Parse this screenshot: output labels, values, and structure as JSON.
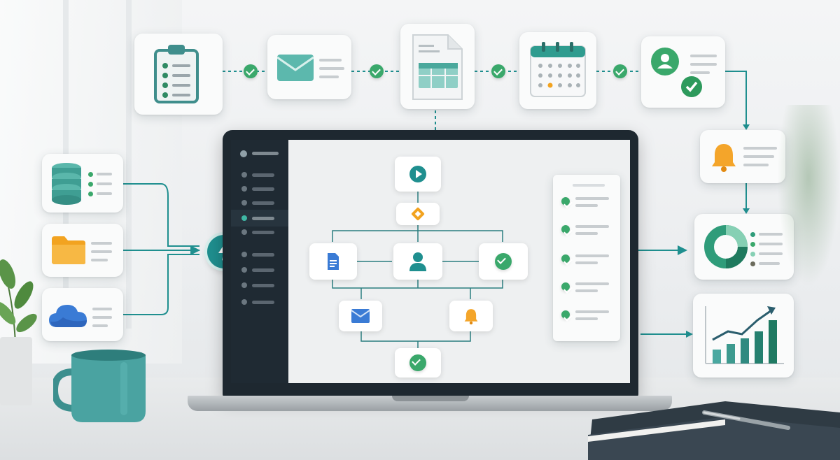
{
  "icons": {
    "clipboard": "clipboard-icon",
    "envelope": "envelope-icon",
    "document": "document-icon",
    "calendar": "calendar-icon",
    "user": "user-check-icon",
    "bell": "bell-icon",
    "donut": "donut-chart-icon",
    "growth": "growth-chart-icon",
    "database": "database-icon",
    "folder": "folder-icon",
    "cloud": "cloud-icon",
    "trigger": "lightning-icon"
  },
  "colors": {
    "teal": "#1f8f8f",
    "green": "#3aa86b",
    "orange": "#f2a320",
    "blue": "#3a7bd5",
    "screen_dark": "#1f2a33"
  },
  "workflow": {
    "nodes": [
      "start",
      "decision",
      "document",
      "assign",
      "approve",
      "email",
      "notify",
      "complete"
    ]
  }
}
